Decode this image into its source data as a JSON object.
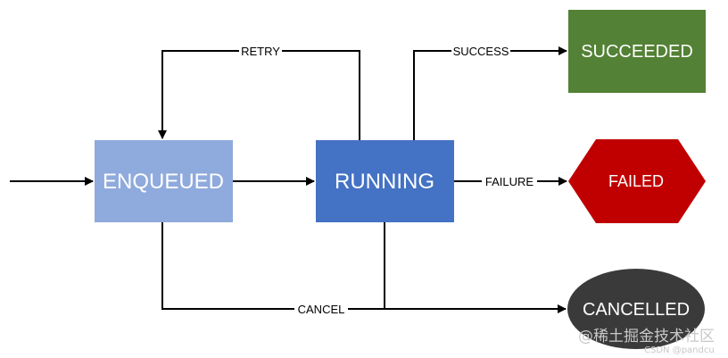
{
  "nodes": {
    "enqueued": {
      "label": "ENQUEUED",
      "color": "#8faadc"
    },
    "running": {
      "label": "RUNNING",
      "color": "#4472c4"
    },
    "succeeded": {
      "label": "SUCCEEDED",
      "color": "#538135"
    },
    "failed": {
      "label": "FAILED",
      "color": "#c00000"
    },
    "cancelled": {
      "label": "CANCELLED",
      "color": "#3a3a3a"
    }
  },
  "edges": {
    "retry": "RETRY",
    "success": "SUCCESS",
    "failure": "FAILURE",
    "cancel": "CANCEL"
  },
  "watermark": {
    "site": "@稀土掘金技术社区",
    "credit": "CSDN @pandcu"
  }
}
